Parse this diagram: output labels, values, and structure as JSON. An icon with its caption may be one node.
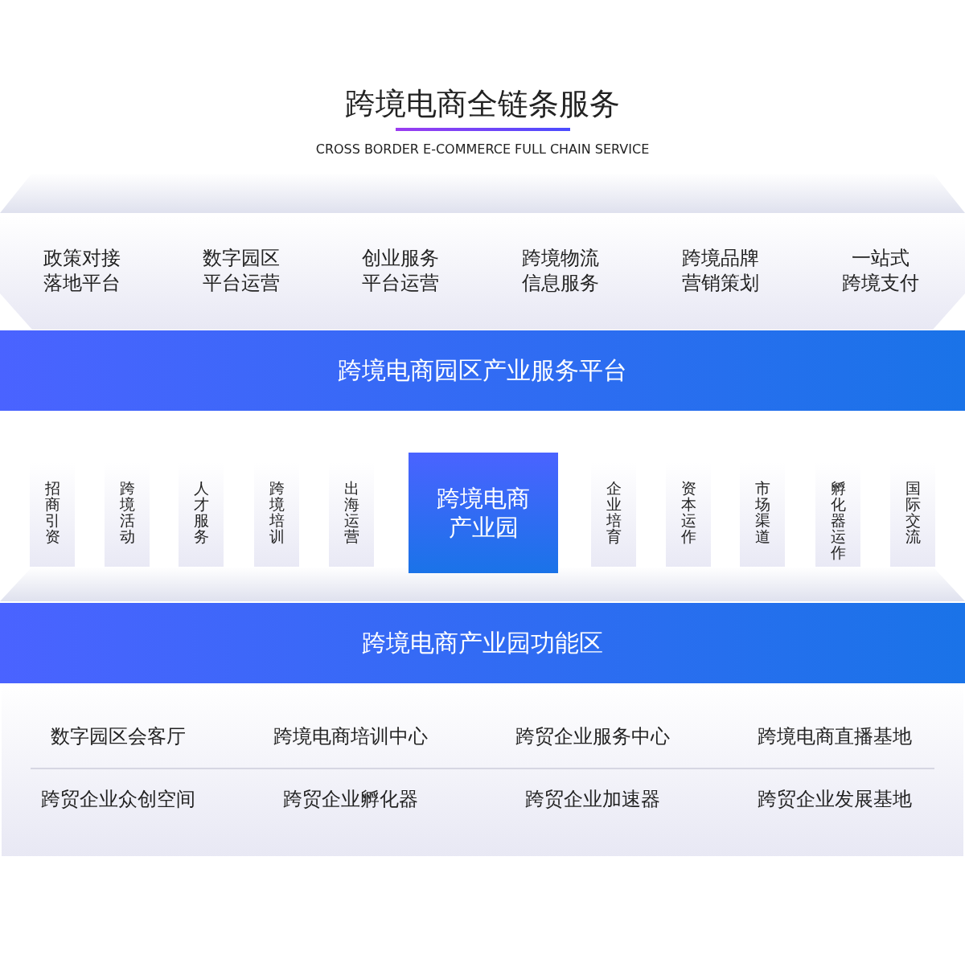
{
  "diagram": {
    "title": "跨境电商全链条服务",
    "nodes": [
      {
        "text": [
          "跨境电商园区产业服务平台"
        ]
      },
      {
        "text": [
          "招商引资"
        ]
      },
      {
        "text": [
          "跨境活动"
        ]
      },
      {
        "text": [
          "人才服务"
        ]
      },
      {
        "text": [
          "跨境培训"
        ]
      },
      {
        "text": [
          "出海运营"
        ]
      },
      {
        "text": [
          "跨境电商产业园"
        ]
      },
      {
        "text": [
          "企业培育"
        ]
      },
      {
        "text": [
          "资本运作"
        ]
      },
      {
        "text": [
          "市场渠道"
        ]
      },
      {
        "text": [
          "孵化器运作"
        ]
      },
      {
        "text": [
          "国际交流"
        ]
      },
      {
        "text": [
          "跨境电商产业园功能区"
        ]
      }
    ],
    "labels": [
      "CROSS BORDER E-COMMERCE FULL CHAIN SERVICE",
      "政策对接落地平台",
      "数字园区平台运营",
      "创业服务平台运营",
      "跨境物流信息服务",
      "跨境品牌营销策划",
      "一站式跨境支付",
      "数字园区会客厅",
      "跨境电商培训中心",
      "跨贸企业服务中心",
      "跨境电商直播基地",
      "跨贸企业众创空间",
      "跨贸企业孵化器",
      "跨贸企业加速器",
      "跨贸企业发展基地"
    ]
  }
}
